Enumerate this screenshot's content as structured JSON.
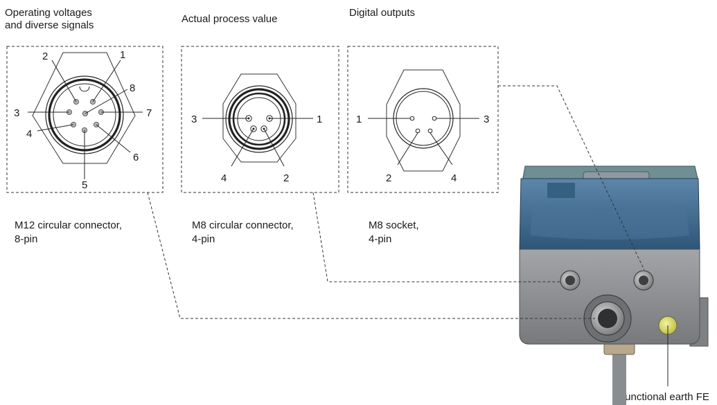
{
  "headings": {
    "m12_line1": "Operating voltages",
    "m12_line2": "and diverse signals",
    "m8_connector": "Actual process value",
    "m8_socket": "Digital outputs"
  },
  "captions": {
    "m12_line1": "M12 circular connector,",
    "m12_line2": "8-pin",
    "m8_connector_line1": "M8 circular connector,",
    "m8_connector_line2": "4-pin",
    "m8_socket_line1": "M8 socket,",
    "m8_socket_line2": "4-pin"
  },
  "fe_label": "Functional earth FE",
  "m12_pins": [
    "1",
    "2",
    "3",
    "4",
    "5",
    "6",
    "7",
    "8"
  ],
  "m8_connector_pins": [
    "1",
    "2",
    "3",
    "4"
  ],
  "m8_socket_pins": [
    "1",
    "2",
    "3",
    "4"
  ],
  "colors": {
    "housing_blue": "#3f6a92",
    "housing_grey": "#8d8f92",
    "fe_yellow": "#dede6a"
  }
}
